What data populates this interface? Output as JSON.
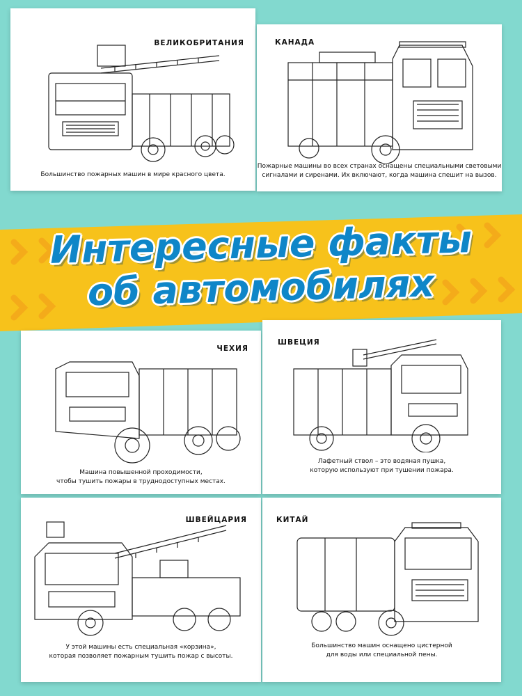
{
  "banner": {
    "line1": "Интересные факты",
    "line2": "об автомобилях",
    "colors": {
      "yellow": "#f7c21b",
      "stripe": "#f4a91a",
      "title": "#0f86c8",
      "background": "#82d9cf"
    }
  },
  "spreads": [
    {
      "left": {
        "country": "ВЕЛИКОБРИТАНИЯ",
        "caption": [
          "Большинство пожарных машин в мире красного цвета."
        ],
        "truck_icon": "fire-truck-ladder-icon"
      },
      "right": {
        "country": "КАНАДА",
        "caption": [
          "Пожарные машины во всех странах оснащены специальными световыми",
          "сигналами и сиренами. Их включают, когда машина спешит на вызов."
        ],
        "truck_icon": "fire-truck-pumper-icon"
      }
    },
    {
      "left": {
        "country": "ЧЕХИЯ",
        "caption": [
          "Машина повышенной проходимости,",
          "чтобы тушить пожары в труднодоступных местах."
        ],
        "truck_icon": "fire-truck-offroad-icon"
      },
      "right": {
        "country": "ШВЕЦИЯ",
        "caption": [
          "Лафетный ствол – это водяная пушка,",
          "которую используют при тушении пожара."
        ],
        "truck_icon": "fire-truck-monitor-icon"
      }
    },
    {
      "left": {
        "country": "ШВЕЙЦАРИЯ",
        "caption": [
          "У этой машины есть специальная «корзина»,",
          "которая позволяет пожарным тушить пожар с высоты."
        ],
        "truck_icon": "fire-truck-aerial-icon"
      },
      "right": {
        "country": "КИТАЙ",
        "caption": [
          "Большинство машин оснащено цистерной",
          "для воды или специальной пены."
        ],
        "truck_icon": "fire-truck-tanker-icon"
      }
    }
  ]
}
